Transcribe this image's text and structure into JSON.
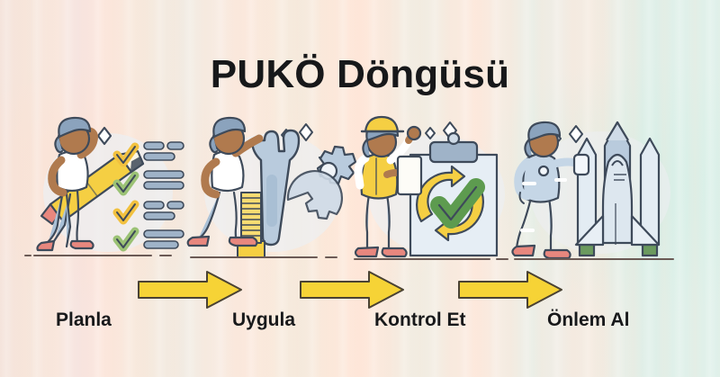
{
  "title": "PUKÖ Döngüsü",
  "steps": [
    {
      "id": "plan",
      "label": "Planla",
      "illustration": "person-with-giant-pencil-and-checklist",
      "checklist_items": 4,
      "check_colors": [
        "#f2c13f",
        "#9bc275",
        "#f2c13f",
        "#9bc275"
      ]
    },
    {
      "id": "do",
      "label": "Uygula",
      "illustration": "person-with-wrench-gears-and-bolt",
      "check_colors": []
    },
    {
      "id": "check",
      "label": "Kontrol Et",
      "illustration": "inspector-with-clipboard-cycle-arrows-and-green-check",
      "check_colors": [
        "#4f9a4b"
      ]
    },
    {
      "id": "act",
      "label": "Önlem Al",
      "illustration": "astronaut-with-space-shuttle-and-rockets",
      "check_colors": []
    }
  ],
  "arrows": [
    {
      "id": "arrow-plan-to-do",
      "direction": "right"
    },
    {
      "id": "arrow-do-to-check",
      "direction": "right"
    },
    {
      "id": "arrow-check-to-act",
      "direction": "right"
    }
  ],
  "colors": {
    "arrow_fill": "#f6d336",
    "arrow_stroke": "#4a4233",
    "title_text": "#17181a",
    "label_text": "#18191b",
    "ink": "#3e4a5a",
    "skin": "#b07a4e",
    "hair": "#8ba3bd",
    "shirt": "#ffffff",
    "pants": "#a9c0d6",
    "shoe_red": "#e8877e",
    "shoe_green": "#6b9a5e",
    "metal": "#b9cbdd",
    "yellow": "#f5cf43",
    "green_check": "#5d9b4f",
    "bg_peach": "#ffe8dc",
    "bg_cream": "#f4efe2",
    "bg_mint": "#e0f0ea"
  }
}
